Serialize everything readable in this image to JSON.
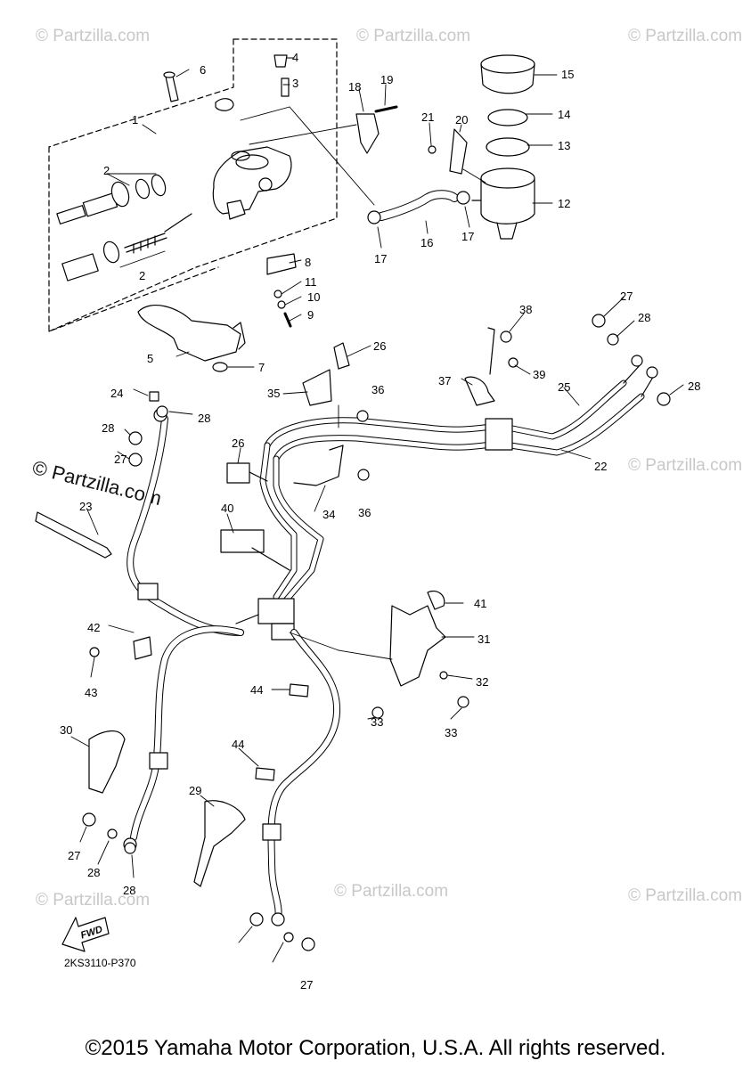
{
  "watermark": {
    "small": "© Partzilla.com",
    "main": "© Partzilla.com"
  },
  "diagram_code": "2KS3110-P370",
  "fwd_label": "FWD",
  "footer": "©2015 Yamaha Motor Corporation, U.S.A. All rights reserved.",
  "callouts": [
    "1",
    "2",
    "2",
    "3",
    "4",
    "5",
    "6",
    "7",
    "8",
    "9",
    "10",
    "11",
    "12",
    "13",
    "14",
    "15",
    "16",
    "17",
    "17",
    "18",
    "19",
    "20",
    "21",
    "22",
    "23",
    "24",
    "25",
    "26",
    "26",
    "27",
    "27",
    "27",
    "27",
    "28",
    "28",
    "28",
    "28",
    "28",
    "28",
    "29",
    "30",
    "31",
    "32",
    "33",
    "33",
    "34",
    "35",
    "36",
    "36",
    "37",
    "38",
    "39",
    "40",
    "41",
    "42",
    "43",
    "44",
    "44"
  ]
}
